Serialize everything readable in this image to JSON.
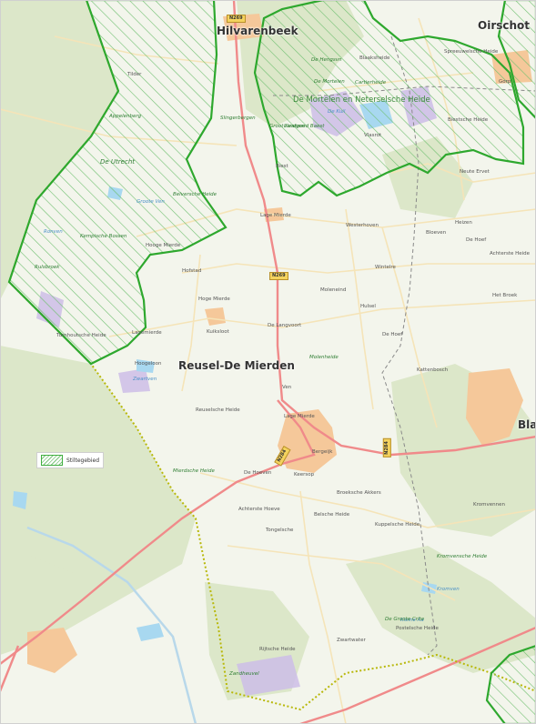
{
  "colors": {
    "boundary": "#2ea82e",
    "hatch": "#6fbf6f",
    "road_main": "#f08a8a",
    "municipal": "#c8c820",
    "province": "#888888",
    "urban": "#f5c89a",
    "forest": "#dde8cc",
    "water": "#a8d8f0"
  },
  "towns": {
    "hilvarenbeek": "Hilvarenbeek",
    "oirschot": "Oirschot",
    "reusel": "Reusel-De Mierden",
    "bla": "Bla"
  },
  "roads": {
    "n269_top": "N269",
    "n269_mid": "N269",
    "n284_a": "N284",
    "n284_b": "N284"
  },
  "places": {
    "tilder": "Tilder",
    "zwart_water": "Zwartwater",
    "vlasrot": "Vlasrot",
    "gorp": "Gorp",
    "biest": "Biest",
    "neute_ervet": "Neute Ervet",
    "heizen": "Heizen",
    "de_hoef_e": "De Hoef",
    "bloeven": "Bloeven",
    "hoge_mierde": "Hoge Mierde",
    "lage_mierde": "Lage Mierde",
    "de_langvoort": "De Langvoort",
    "de_hoef": "De Hoef",
    "wintelre": "Wintelre",
    "hulsel": "Hulsel",
    "moleneind": "Moleneind",
    "achterste_heide": "Achterste Heide",
    "het_broek": "Het Broek",
    "kuiksloot": "Kuiksloot",
    "hoogeloon": "Hoogeloon",
    "reusel_heide": "Reuselsche Heide",
    "ven": "Ven",
    "lagemierde": "Lagemierde",
    "hooge_mierde_e": "Hooge Mierde",
    "broeksche_akkers": "Broeksche Akkers",
    "achterste_hoeve": "Achterste Hoeve",
    "kuppelsche_heide": "Kuppelsche Heide",
    "kromvennen": "Kromvennen",
    "turnhout_heide": "Turnhoutsche Heide",
    "bergeyk": "Bergeijk",
    "rijtsche_heide": "Rijtsche Heide",
    "tongelsche": "Tongelsche",
    "postelsche_heide": "Postelsche Heide",
    "de_groote_crite": "De Groote Crite",
    "zandheuvel": "Zandheuvel",
    "hofstad": "Hofstad",
    "keersop": "Keersop",
    "belsche_heide": "Belsche Heide",
    "de_hoeven": "De Hoeven",
    "westerhoven": "Westerhoven",
    "spreeuwelsche": "Spreeuwelsche Heide",
    "blaaksheide": "Blaaksheide",
    "biestsche": "Biestsche Heide",
    "lage_mierde2": "Lage Mierde",
    "kattenbosch": "Kattenbosch"
  },
  "nature": {
    "de_utrecht": "De Utrecht",
    "appelenberg": "Appelenberg",
    "kempische_bossen": "Kempische Bossen",
    "rulsbroek": "Rulsbroek",
    "belversche_heide": "Belversche Heide",
    "mierdsche_heide": "Mierdsche Heide",
    "de_mortelen": "De Mortelen",
    "molenheide": "Molenheide",
    "groot_kaaiven": "Groot Kaaiven",
    "slingerbergen": "Slingerbergen",
    "kromvennen_heide": "Kromvensche Heide",
    "de_hengsvn": "De Hengsvn",
    "cartierheide": "Cartierheide",
    "de_neterselsche": "Landgoed Baest",
    "neterselsche_big": "De Mortelen en Neterselsche Heide"
  },
  "water": {
    "ronven": "Ronven",
    "groote_ven": "Groote Ven",
    "zwartven": "Zwartven",
    "de_kuil": "De Kuil",
    "kromven": "Kromven",
    "kleine_aa": "Kleine Aa"
  },
  "legend": {
    "label": "Stiltegebied"
  }
}
